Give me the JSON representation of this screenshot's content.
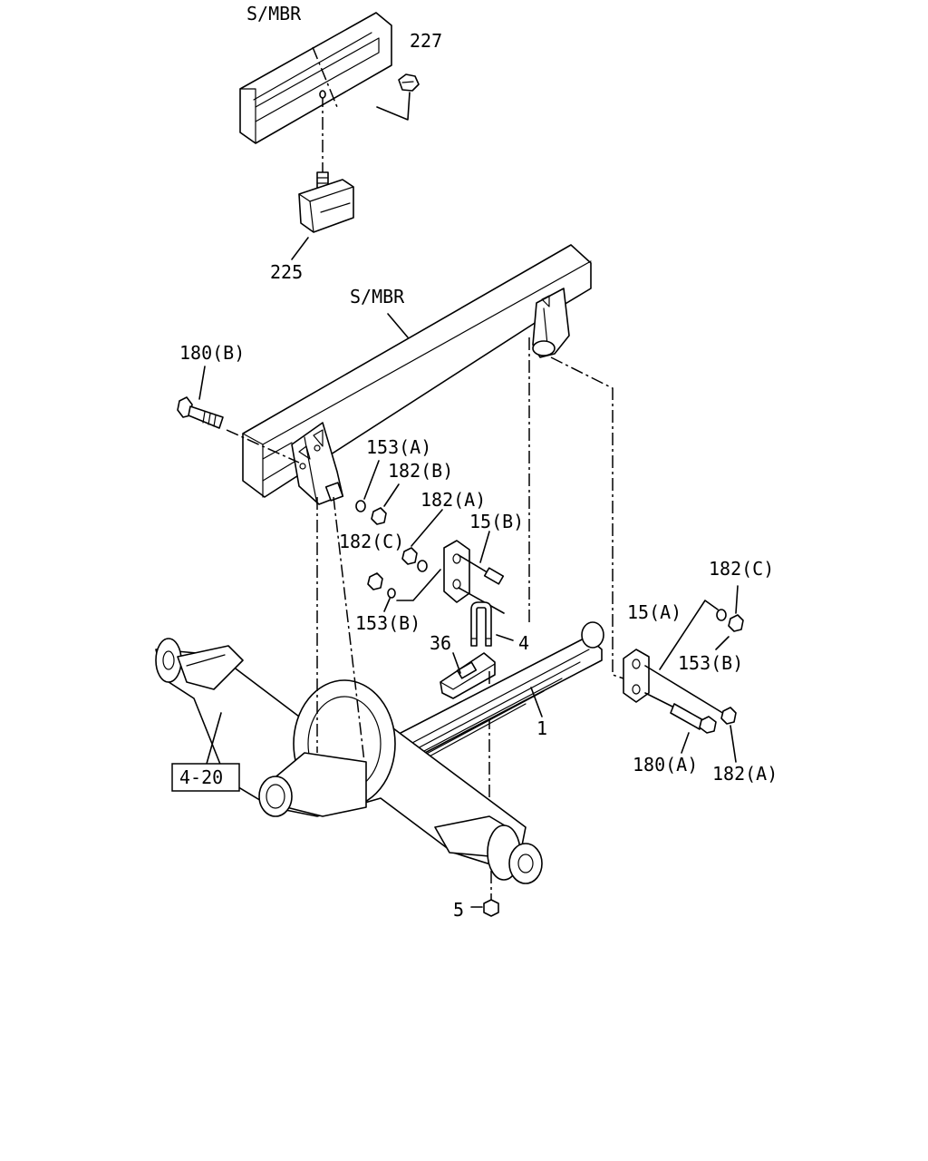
{
  "labels": {
    "smbr_top": "S/MBR",
    "p227": "227",
    "p225": "225",
    "smbr_main": "S/MBR",
    "p180b": "180(B)",
    "p153a": "153(A)",
    "p182b": "182(B)",
    "p182a_upper": "182(A)",
    "p15b": "15(B)",
    "p182c_left": "182(C)",
    "p153b_left": "153(B)",
    "p4": "4",
    "p36": "36",
    "p1": "1",
    "p15a": "15(A)",
    "p182c_right": "182(C)",
    "p153b_right": "153(B)",
    "p180a": "180(A)",
    "p182a_lower": "182(A)",
    "ref_4_20": "4-20",
    "p5": "5"
  }
}
